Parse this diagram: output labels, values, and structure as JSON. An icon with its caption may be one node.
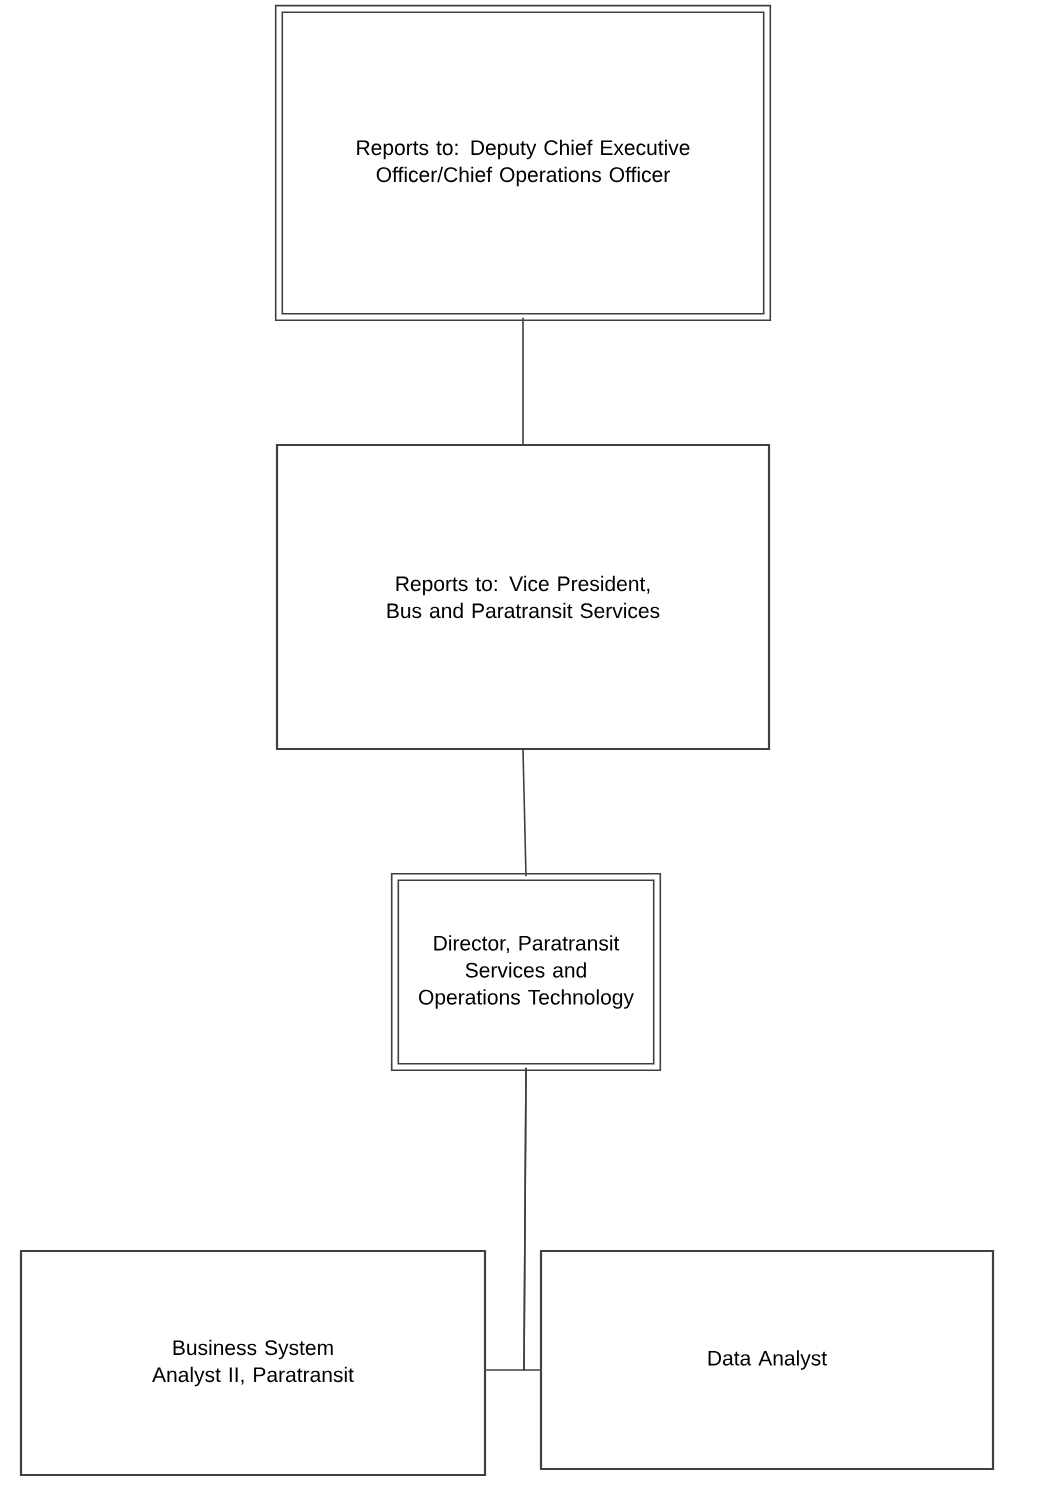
{
  "diagram": {
    "nodes": [
      {
        "text": [
          "Reports to: Deputy Chief Executive Officer/Chief Operations Officer"
        ]
      },
      {
        "text": [
          "Reports to: Vice President, Bus and Paratransit Services"
        ]
      },
      {
        "text": [
          "Director, Paratransit Services and Operations Technology"
        ]
      },
      {
        "text": [
          "Business System Analyst II, Paratransit"
        ]
      },
      {
        "text": [
          "Data Analyst"
        ]
      }
    ],
    "edges": [
      {
        "from": 0,
        "to": 1,
        "arrow": "none"
      },
      {
        "from": 1,
        "to": 2,
        "arrow": "none"
      },
      {
        "from": 2,
        "to": 3,
        "arrow": "none"
      },
      {
        "from": 2,
        "to": 4,
        "arrow": "none"
      }
    ]
  }
}
